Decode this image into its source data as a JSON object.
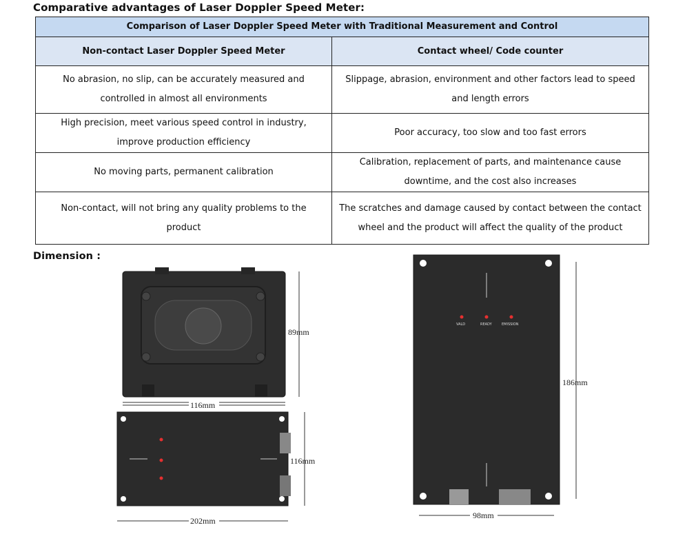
{
  "headings": {
    "advantages": "Comparative advantages of Laser Doppler Speed Meter:",
    "dimension": "Dimension :"
  },
  "table": {
    "title": "Comparison of Laser Doppler Speed Meter with Traditional Measurement and Control",
    "columns": [
      "Non-contact Laser Doppler Speed Meter",
      "Contact wheel/ Code counter"
    ],
    "rows": [
      [
        "No abrasion, no slip, can be accurately measured and controlled in almost all environments",
        "Slippage, abrasion, environment and other factors lead to speed and length errors"
      ],
      [
        "High precision, meet various speed control in industry, improve production efficiency",
        "Poor accuracy, too slow and too fast errors"
      ],
      [
        "No moving parts, permanent calibration",
        "Calibration, replacement of parts, and maintenance cause downtime, and the cost also increases"
      ],
      [
        "Non-contact, will not bring any quality problems to the product",
        "The scratches and damage caused by contact between the contact wheel and the product will affect the quality of the product"
      ]
    ]
  },
  "dimensions": {
    "front_height": "89mm",
    "front_width": "116mm",
    "side_height": "116mm",
    "side_width": "202mm",
    "top_height": "186mm",
    "top_width": "98mm"
  },
  "leds": [
    "VALD",
    "READY",
    "EMISSION"
  ],
  "colors": {
    "header_bg": "#c5d9f1",
    "subheader_bg": "#dbe5f3",
    "device": "#2b2b2b",
    "led": "#e53030"
  }
}
